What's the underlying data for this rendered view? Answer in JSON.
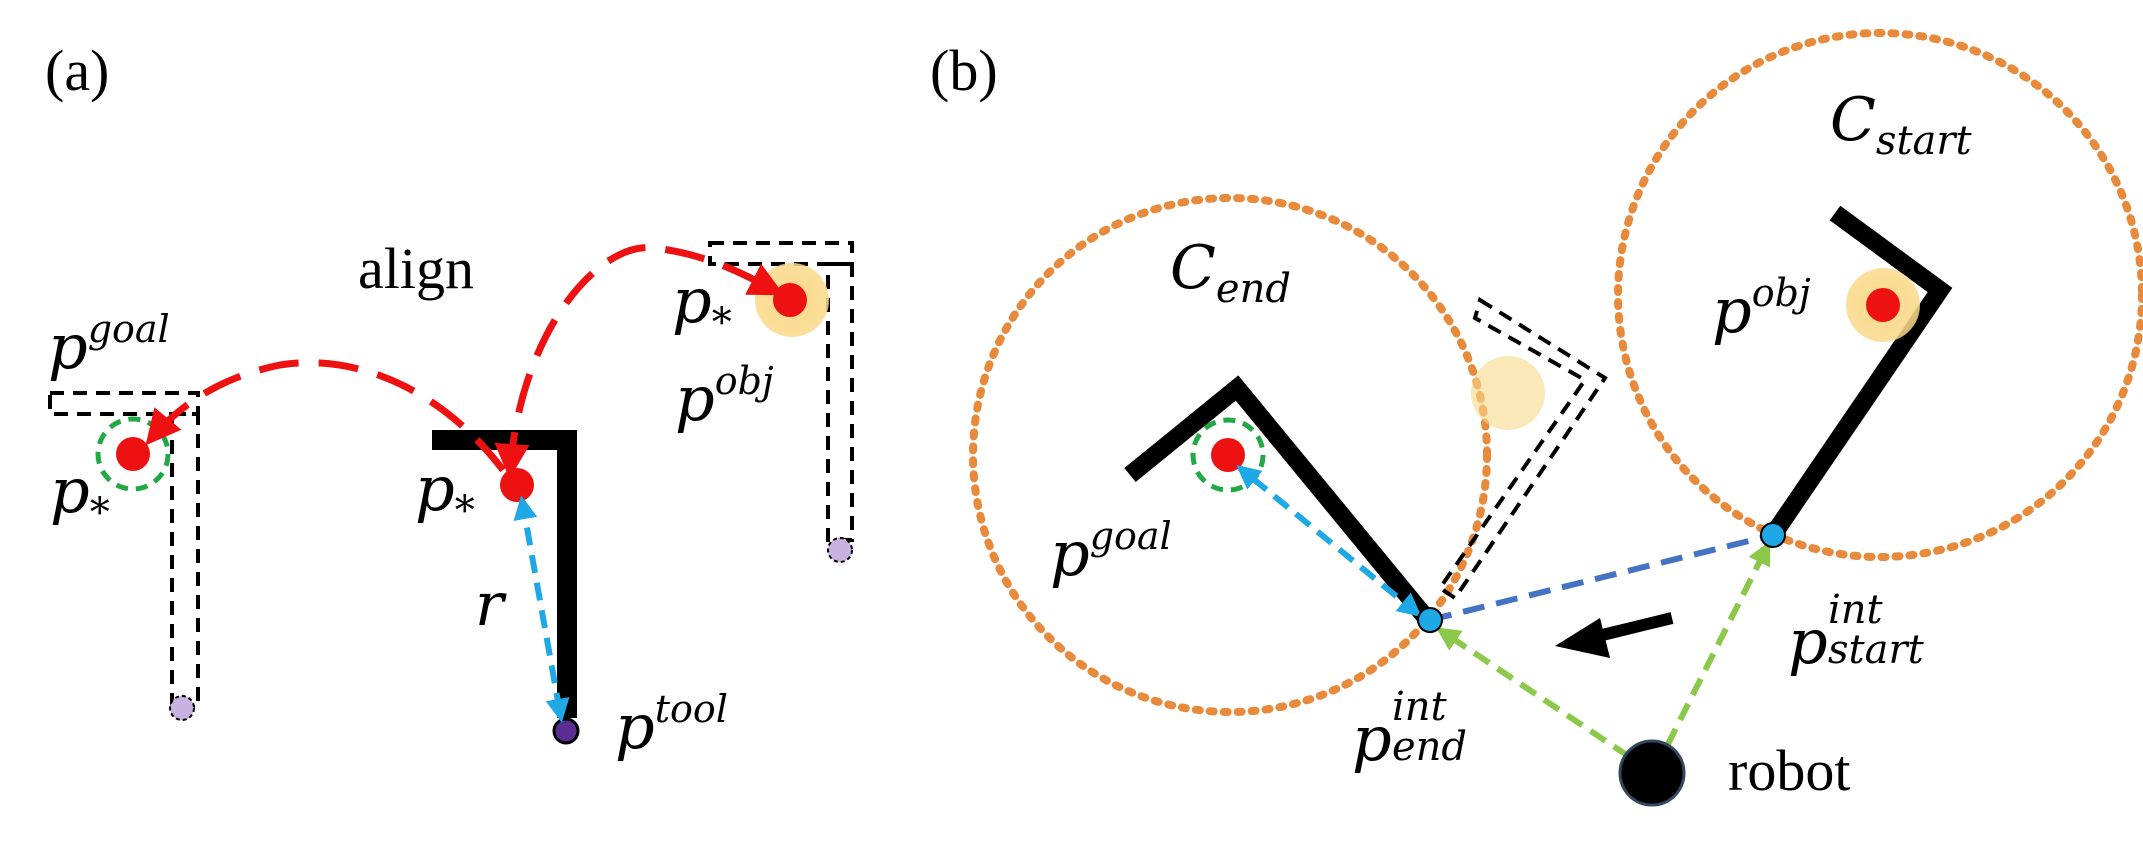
{
  "panel_a": {
    "label": "(a)",
    "align_label": "align",
    "p_goal": {
      "base": "p",
      "sup": "goal"
    },
    "p_star_left": {
      "base": "p",
      "sub": "*"
    },
    "p_star_mid": {
      "base": "p",
      "sub": "*"
    },
    "p_star_right": {
      "base": "p",
      "sub": "*"
    },
    "p_obj": {
      "base": "p",
      "sup": "obj"
    },
    "p_tool": {
      "base": "p",
      "sup": "tool"
    },
    "r_label": "r"
  },
  "panel_b": {
    "label": "(b)",
    "c_end": {
      "base": "C",
      "sub": "end"
    },
    "c_start": {
      "base": "C",
      "sub": "start"
    },
    "p_obj": {
      "base": "p",
      "sup": "obj"
    },
    "p_goal": {
      "base": "p",
      "sup": "goal"
    },
    "p_int_end": {
      "base": "p",
      "sup": "int",
      "sub": "end"
    },
    "p_int_start": {
      "base": "p",
      "sup": "int",
      "sub": "start"
    },
    "robot_label": "robot"
  },
  "colors": {
    "red_point": "#ee1111",
    "red_arc": "#ee1111",
    "goal_ring": "#22a845",
    "obj_glow": "#f9d98a",
    "cyan_arrow": "#1fa8e6",
    "blue_dash": "#4573c4",
    "green_arrow": "#8cc84b",
    "orange_circle": "#e88a3c",
    "tool_tip": "#5a2d91",
    "ghost_tip": "#c9b2e0"
  }
}
